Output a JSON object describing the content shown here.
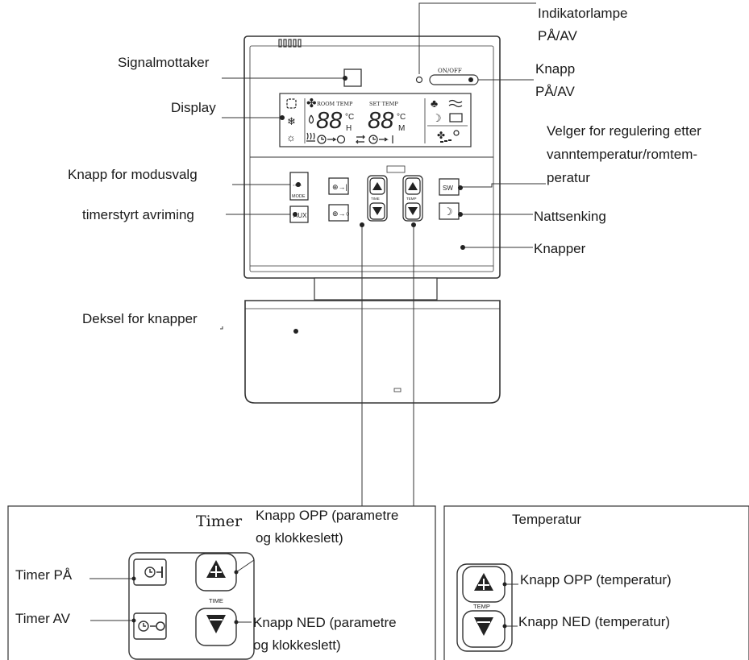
{
  "labels": {
    "indikator": [
      "Indikatorlampe",
      "PÅ/AV"
    ],
    "knapp_paav": [
      "Knapp",
      "PÅ/AV"
    ],
    "signal": "Signalmottaker",
    "display": "Display",
    "velger": [
      "Velger for regulering etter",
      "vanntemperatur/romtem-",
      "peratur"
    ],
    "modus": "Knapp for modusvalg",
    "avriming": "timerstyrt avriming",
    "nattsenking": "Nattsenking",
    "knapper": "Knapper",
    "deksel": "Deksel for knapper"
  },
  "device": {
    "onoff": "ON/OFF",
    "room_temp": "ROOM TEMP",
    "set_temp": "SET TEMP",
    "digits_room": "88",
    "digits_set": "88",
    "unit_c": "°C",
    "letter_h": "H",
    "letter_m": "M",
    "mode_label": "MODE",
    "aux_label": "AUX",
    "time_label": "TIME",
    "temp_label": "TEMP",
    "sw_label": "SW"
  },
  "timer_box": {
    "title": "Timer",
    "timer_on": "Timer PÅ",
    "timer_off": "Timer AV",
    "up": [
      "Knapp OPP (parametre",
      "og klokkeslett)"
    ],
    "down": [
      "Knapp NED (parametre",
      "og klokkeslett)"
    ],
    "time_label": "TIME"
  },
  "temp_box": {
    "title": "Temperatur",
    "up": "Knapp OPP (temperatur)",
    "down": "Knapp NED (temperatur)",
    "temp_label": "TEMP"
  },
  "icons": [
    "fan-icon",
    "snowflake-icon",
    "drop-icon",
    "sun-icon",
    "heater-icon",
    "tree-icon",
    "wave-icon",
    "moon-icon",
    "clock-icon",
    "arrow-up-icon",
    "arrow-down-icon"
  ]
}
